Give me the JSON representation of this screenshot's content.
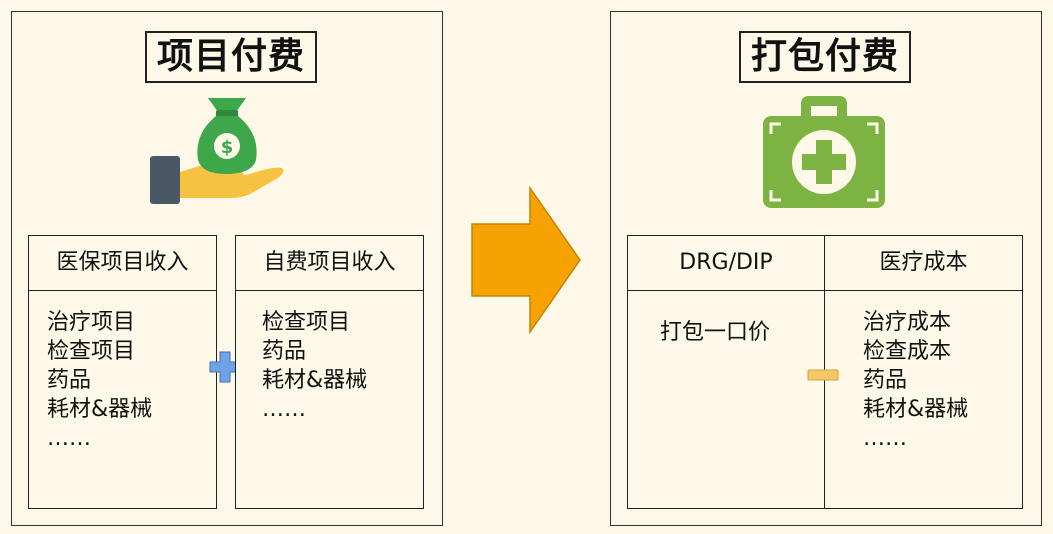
{
  "left_panel": {
    "title": "项目付费",
    "icon": "money-bag-hand-icon",
    "boxes": [
      {
        "header": "医保项目收入",
        "items": [
          "治疗项目",
          "检查项目",
          "药品",
          "耗材&器械",
          "……"
        ]
      },
      {
        "header": "自费项目收入",
        "items": [
          "检查项目",
          "药品",
          "耗材&器械",
          "……"
        ]
      }
    ],
    "operator": "plus",
    "operator_color": "#6fa3e8"
  },
  "arrow": {
    "color": "#f5a202"
  },
  "right_panel": {
    "title": "打包付费",
    "icon": "first-aid-kit-icon",
    "icon_color": "#7cb342",
    "table": {
      "left_header": "DRG/DIP",
      "left_value": "打包一口价",
      "right_header": "医疗成本",
      "right_items": [
        "治疗成本",
        "检查成本",
        "药品",
        "耗材&器械",
        "……"
      ]
    },
    "operator": "minus",
    "operator_color": "#f6c667"
  }
}
